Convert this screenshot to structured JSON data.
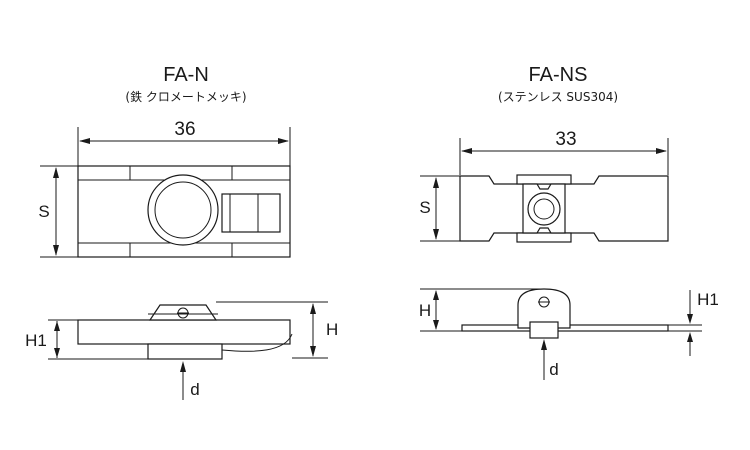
{
  "diagram": {
    "left": {
      "title": "FA-N",
      "subtitle": "(鉄 クロメートメッキ)",
      "width_value": "36",
      "height_label": "S",
      "h1_label": "H1",
      "h_label": "H",
      "d_label": "d"
    },
    "right": {
      "title": "FA-NS",
      "subtitle": "(ステンレス SUS304)",
      "width_value": "33",
      "height_label": "S",
      "h_label": "H",
      "h1_label": "H1",
      "d_label": "d"
    }
  }
}
